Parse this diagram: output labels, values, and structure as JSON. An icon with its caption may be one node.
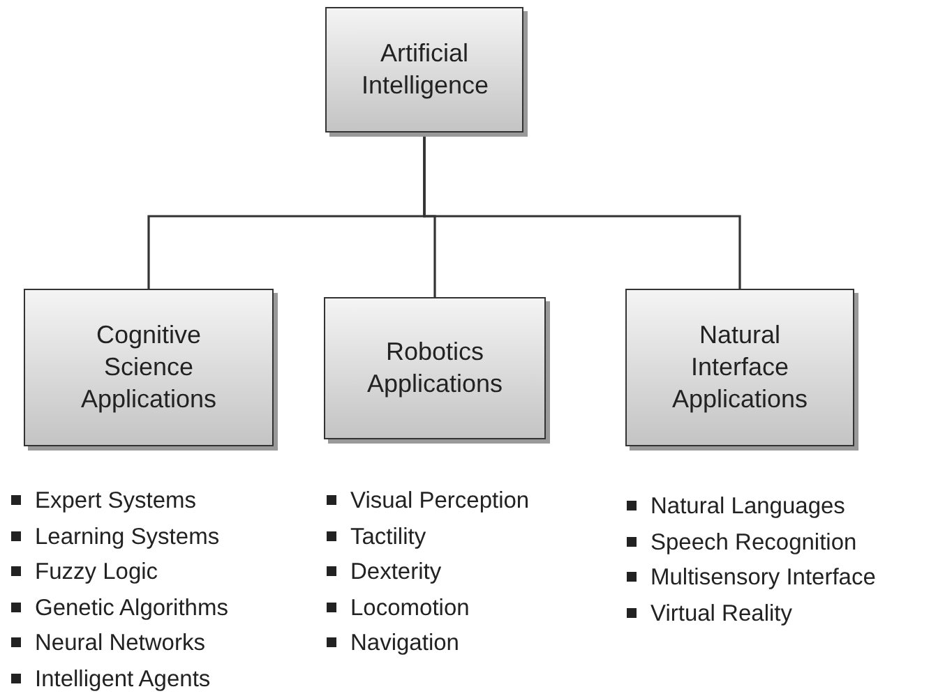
{
  "diagram": {
    "nodes": [
      {
        "text": [
          "Artificial Intelligence"
        ]
      },
      {
        "text": [
          "Cognitive Science Applications"
        ],
        "beside": [
          "Expert Systems",
          "Learning Systems",
          "Fuzzy Logic",
          "Genetic Algorithms",
          "Neural Networks",
          "Intelligent Agents"
        ]
      },
      {
        "text": [
          "Robotics Applications"
        ],
        "beside": [
          "Visual Perception",
          "Tactility",
          "Dexterity",
          "Locomotion",
          "Navigation"
        ]
      },
      {
        "text": [
          "Natural Interface Applications"
        ],
        "beside": [
          "Natural Languages",
          "Speech Recognition",
          "Multisensory Interface",
          "Virtual Reality"
        ]
      }
    ],
    "edges": [
      {
        "from": 0,
        "to": 1,
        "arrow": "none"
      },
      {
        "from": 0,
        "to": 2,
        "arrow": "none"
      },
      {
        "from": 0,
        "to": 3,
        "arrow": "none"
      }
    ]
  }
}
